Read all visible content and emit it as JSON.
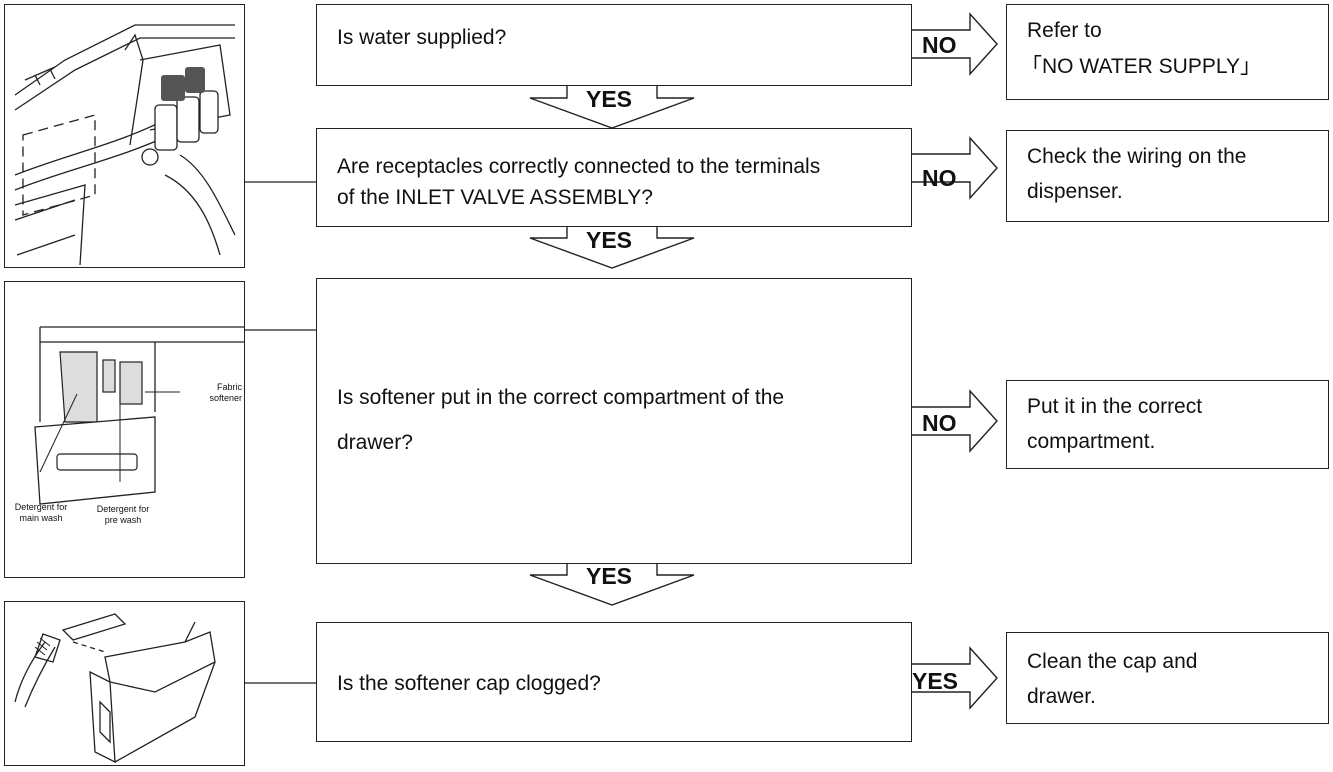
{
  "flow": {
    "questions": [
      "Is water supplied?",
      "Are receptacles correctly connected to the terminals",
      "of the INLET VALVE ASSEMBLY?",
      "Is softener put in the correct compartment of the",
      "drawer?",
      "Is the softener cap clogged?"
    ],
    "results": [
      "Refer to",
      "「NO WATER SUPPLY」",
      "Check the wiring on the",
      "dispenser.",
      "Put it in the correct",
      "compartment.",
      "Clean the cap and",
      "drawer."
    ],
    "branch_labels": {
      "no1": "NO",
      "no2": "NO",
      "no3": "NO",
      "yes4": "YES",
      "yes1": "YES",
      "yes2": "YES",
      "yes3": "YES"
    }
  },
  "illustration": {
    "drawer_labels": {
      "fabric_softener_1": "Fabric",
      "fabric_softener_2": "softener",
      "main_wash_1": "Detergent for",
      "main_wash_2": "main wash",
      "pre_wash_1": "Detergent for",
      "pre_wash_2": "pre wash"
    }
  }
}
